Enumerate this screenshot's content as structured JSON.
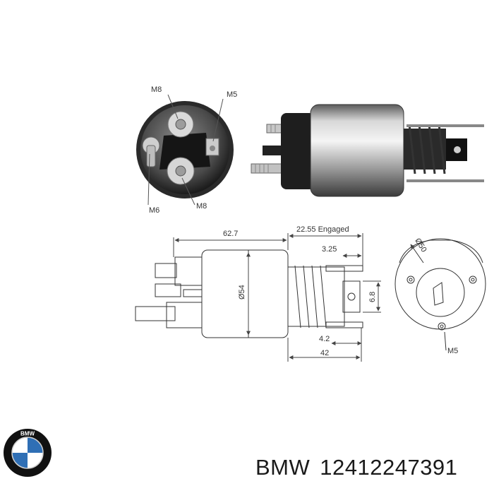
{
  "photo_end_view": {
    "labels": {
      "terminal_top": "M8",
      "terminal_right": "M5",
      "terminal_left": "M6",
      "terminal_bottom": "M8"
    }
  },
  "drawing_side": {
    "body_length": "62.7",
    "engaged_travel": "22.55 Engaged",
    "slot_offset": "3.25",
    "body_diameter": "Ø54",
    "slot_width": "6.8",
    "bracket_step": "4.2",
    "bracket_length": "42"
  },
  "drawing_end": {
    "pitch_diameter": "Ø50",
    "thread_label": "M5"
  },
  "caption": {
    "brand": "BMW",
    "part_number": "12412247391"
  },
  "logo": {
    "text": "BMW",
    "colors": {
      "blue": "#2f6fb5",
      "white": "#ffffff",
      "ring": "#111111"
    }
  }
}
